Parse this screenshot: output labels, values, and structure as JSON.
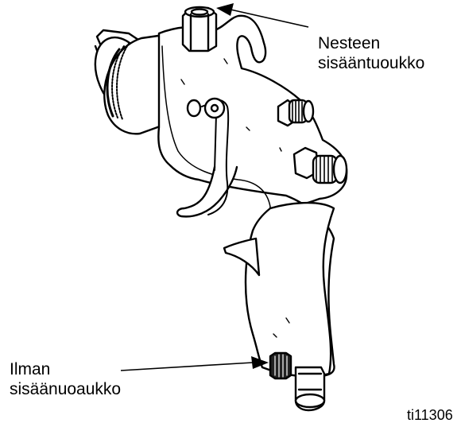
{
  "callouts": {
    "fluid_inlet": {
      "line1": "Nesteen",
      "line2": "sisääntuoukko"
    },
    "air_inlet": {
      "line1": "Ilman",
      "line2": "sisäänuoaukko"
    }
  },
  "figure_id": "ti11306",
  "icons": {
    "main": "spray-gun-drawing"
  }
}
